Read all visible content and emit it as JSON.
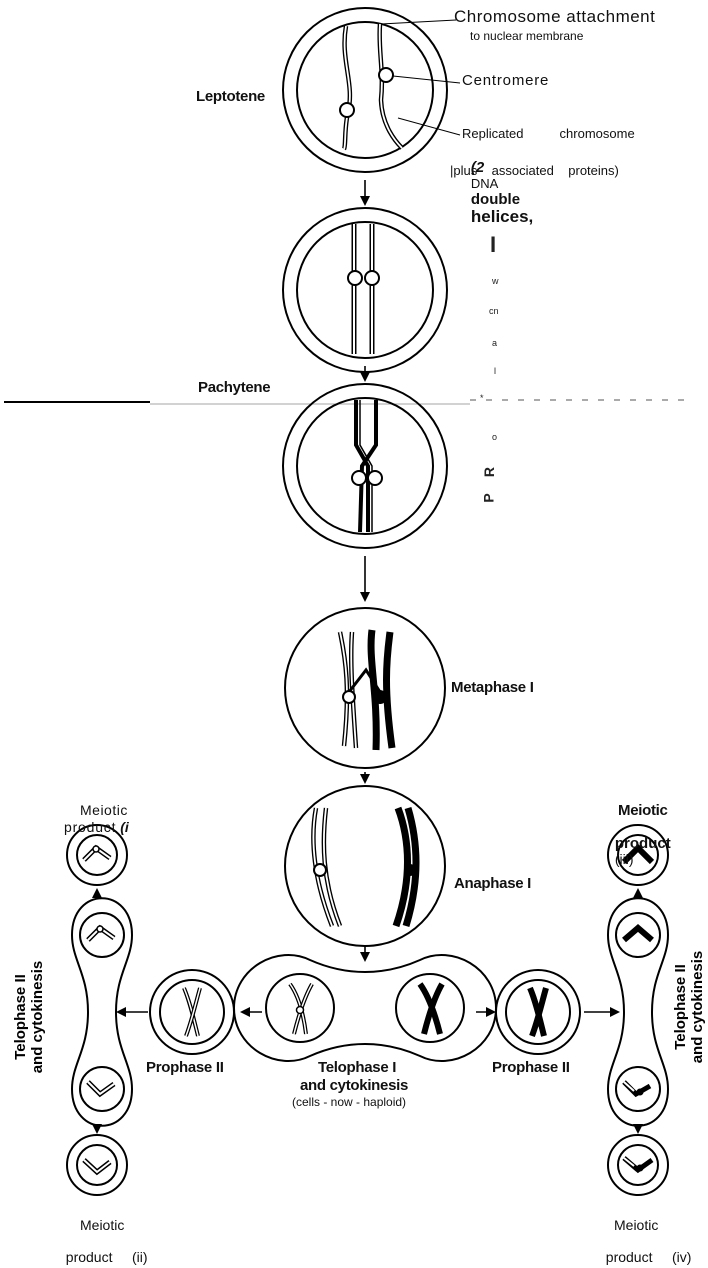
{
  "labels": {
    "chrom_attach_1": "Chromosome    attachment",
    "chrom_attach_2": "to    nuclear    membrane",
    "centromere": "Centromere",
    "leptotene": "Leptotene",
    "replicated_1": "Replicated          chromosome",
    "replicated_2a": "(2",
    "replicated_2b": "DNA",
    "replicated_2c": "double",
    "replicated_2d": "helices,",
    "replicated_3": "|plus    associated    proteins)",
    "pachytene": "Pachytene",
    "metaphase1": "Metaphase I",
    "anaphase1": "Anaphase I",
    "prophase2_left": "Prophase II",
    "prophase2_right": "Prophase II",
    "telophase1_1": "Telophase I",
    "telophase1_2": "and cytokinesis",
    "telophase1_3": "(cells - now - haploid)",
    "tel2_left": "Telophase II\nand cytokinesis",
    "tel2_right": "Telophase II\nand cytokinesis",
    "mp_i_1": "Meiotic",
    "mp_i_2": "product",
    "mp_i_3": "(i",
    "mp_ii_1": "Meiotic",
    "mp_ii_2": "product",
    "mp_ii_3": "(ii)",
    "mp_iii_1": "Meiotic",
    "mp_iii_2": "product",
    "mp_iii_3": "(iii)",
    "mp_iv_1": "Meiotic",
    "mp_iv_2": "product",
    "mp_iv_3": "(iv)"
  },
  "side_artifacts": [
    "I",
    "w",
    "cn",
    "a",
    "l",
    "*",
    "o",
    "R",
    "P"
  ]
}
